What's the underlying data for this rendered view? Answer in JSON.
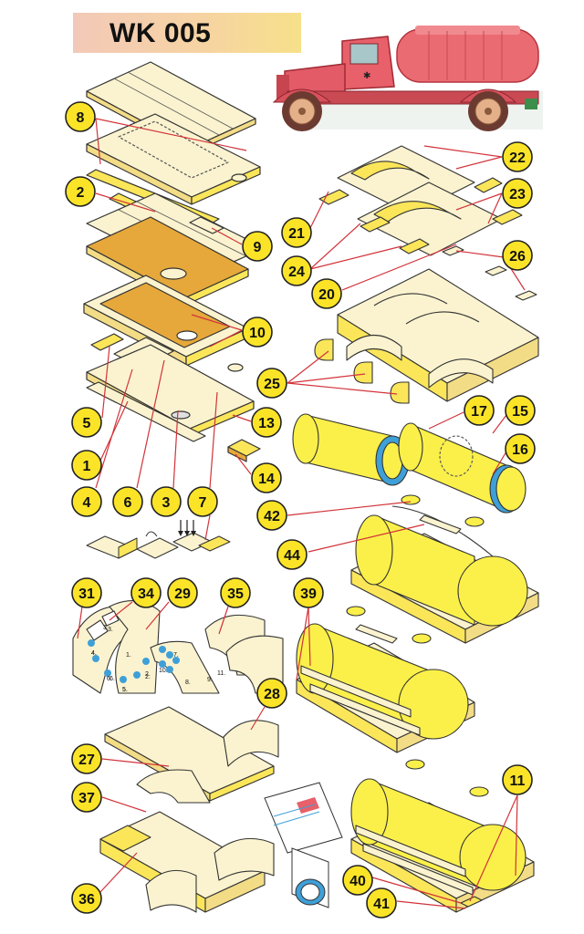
{
  "title": "WK 005",
  "colors": {
    "part_light": "#fbf3cf",
    "part_side": "#f3dc86",
    "part_top": "#fbe65a",
    "tank": "#fbf04a",
    "tank_dark": "#e9d431",
    "orange": "#e6a83a",
    "line": "#333333",
    "leader": "#d2333a",
    "badge": "#fbe427",
    "truck_red": "#e8606a",
    "truck_dark": "#b5343f",
    "blue": "#3fa0d8"
  },
  "labels": [
    {
      "id": "8",
      "text": "8"
    },
    {
      "id": "2",
      "text": "2"
    },
    {
      "id": "9",
      "text": "9"
    },
    {
      "id": "10",
      "text": "10"
    },
    {
      "id": "5",
      "text": "5"
    },
    {
      "id": "13",
      "text": "13"
    },
    {
      "id": "1",
      "text": "1"
    },
    {
      "id": "14",
      "text": "14"
    },
    {
      "id": "4",
      "text": "4"
    },
    {
      "id": "6",
      "text": "6"
    },
    {
      "id": "3",
      "text": "3"
    },
    {
      "id": "7",
      "text": "7"
    },
    {
      "id": "22",
      "text": "22"
    },
    {
      "id": "23",
      "text": "23"
    },
    {
      "id": "21",
      "text": "21"
    },
    {
      "id": "24",
      "text": "24"
    },
    {
      "id": "26",
      "text": "26"
    },
    {
      "id": "20",
      "text": "20"
    },
    {
      "id": "25",
      "text": "25"
    },
    {
      "id": "17",
      "text": "17"
    },
    {
      "id": "15",
      "text": "15"
    },
    {
      "id": "16",
      "text": "16"
    },
    {
      "id": "42",
      "text": "42"
    },
    {
      "id": "44",
      "text": "44"
    },
    {
      "id": "31",
      "text": "31"
    },
    {
      "id": "34",
      "text": "34"
    },
    {
      "id": "29",
      "text": "29"
    },
    {
      "id": "35",
      "text": "35"
    },
    {
      "id": "39",
      "text": "39"
    },
    {
      "id": "28",
      "text": "28"
    },
    {
      "id": "27",
      "text": "27"
    },
    {
      "id": "37",
      "text": "37"
    },
    {
      "id": "11",
      "text": "11"
    },
    {
      "id": "36",
      "text": "36"
    },
    {
      "id": "40",
      "text": "40"
    },
    {
      "id": "41",
      "text": "41"
    }
  ],
  "small_numbers": [
    "1.",
    "2.",
    "3.",
    "4.",
    "5.",
    "6.",
    "7.",
    "8.",
    "9.",
    "10.",
    "11.",
    "2.",
    "3.",
    "4.",
    "5.",
    "6."
  ]
}
